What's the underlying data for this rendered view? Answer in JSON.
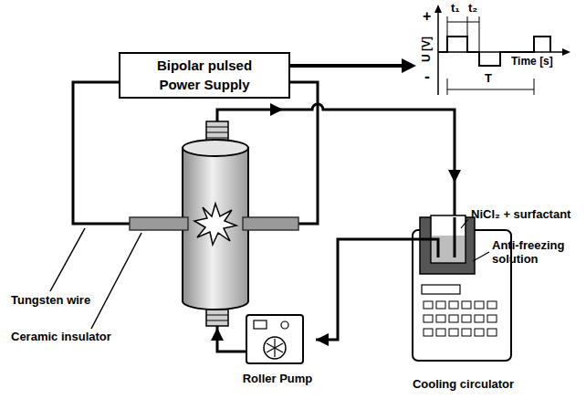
{
  "diagram": {
    "nodes": [
      {
        "text": [
          "Bipolar pulsed Power Supply"
        ]
      },
      {
        "text": [
          "Roller Pump"
        ]
      },
      {
        "text": [
          "Cooling circulator"
        ]
      }
    ],
    "edges": [
      {
        "from": 2,
        "to": 1,
        "arrow": "to"
      }
    ],
    "labels": [
      "U [V]",
      "+",
      "-",
      "t₁",
      "t₂",
      "T",
      "Time [s]",
      "Tungsten wire",
      "Ceramic insulator",
      "NiCl₂ + surfactant",
      "Anti-freezing solution"
    ]
  }
}
